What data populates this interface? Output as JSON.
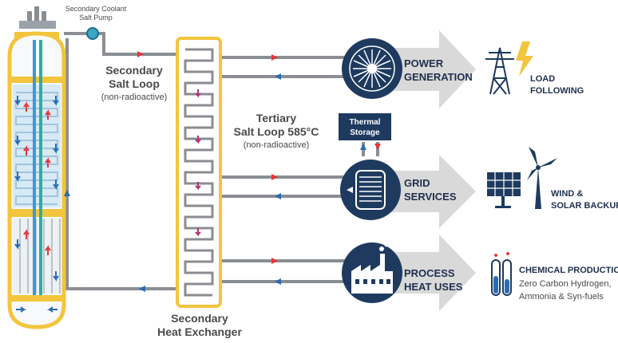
{
  "labels": {
    "pump": [
      "Secondary Coolant",
      "Salt Pump"
    ],
    "secondary_loop": [
      "Secondary",
      "Salt Loop"
    ],
    "secondary_note": "(non-radioactive)",
    "tertiary_loop": [
      "Tertiary",
      "Salt Loop 585°C"
    ],
    "tertiary_note": "(non-radioactive)",
    "heat_exchanger": [
      "Secondary",
      "Heat Exchanger"
    ],
    "thermal_storage": [
      "Thermal",
      "Storage"
    ]
  },
  "outputs": [
    {
      "title": [
        "POWER",
        "GENERATION"
      ],
      "icon": "turbine-icon",
      "use": [
        "LOAD",
        "FOLLOWING"
      ],
      "use_icon": "power-tower-icon"
    },
    {
      "title": [
        "GRID",
        "SERVICES"
      ],
      "icon": "storage-tank-icon",
      "use": [
        "WIND &",
        "SOLAR BACKUP"
      ],
      "use_icon": "wind-solar-icon"
    },
    {
      "title": [
        "PROCESS",
        "HEAT USES"
      ],
      "icon": "factory-icon",
      "use": [
        "CHEMICAL PRODUCTION",
        "Zero Carbon Hydrogen,",
        "Ammonia & Syn-fuels"
      ],
      "use_icon": "test-tube-icon"
    }
  ],
  "colors": {
    "navy": "#1e3a5f",
    "yellow": "#f2c53d",
    "gray_arrow": "#d9d9d9",
    "pipe": "#8a8d91",
    "red": "#e03a3e",
    "blue": "#2a6bb5",
    "reactor_fill": "#d6e9f5"
  }
}
